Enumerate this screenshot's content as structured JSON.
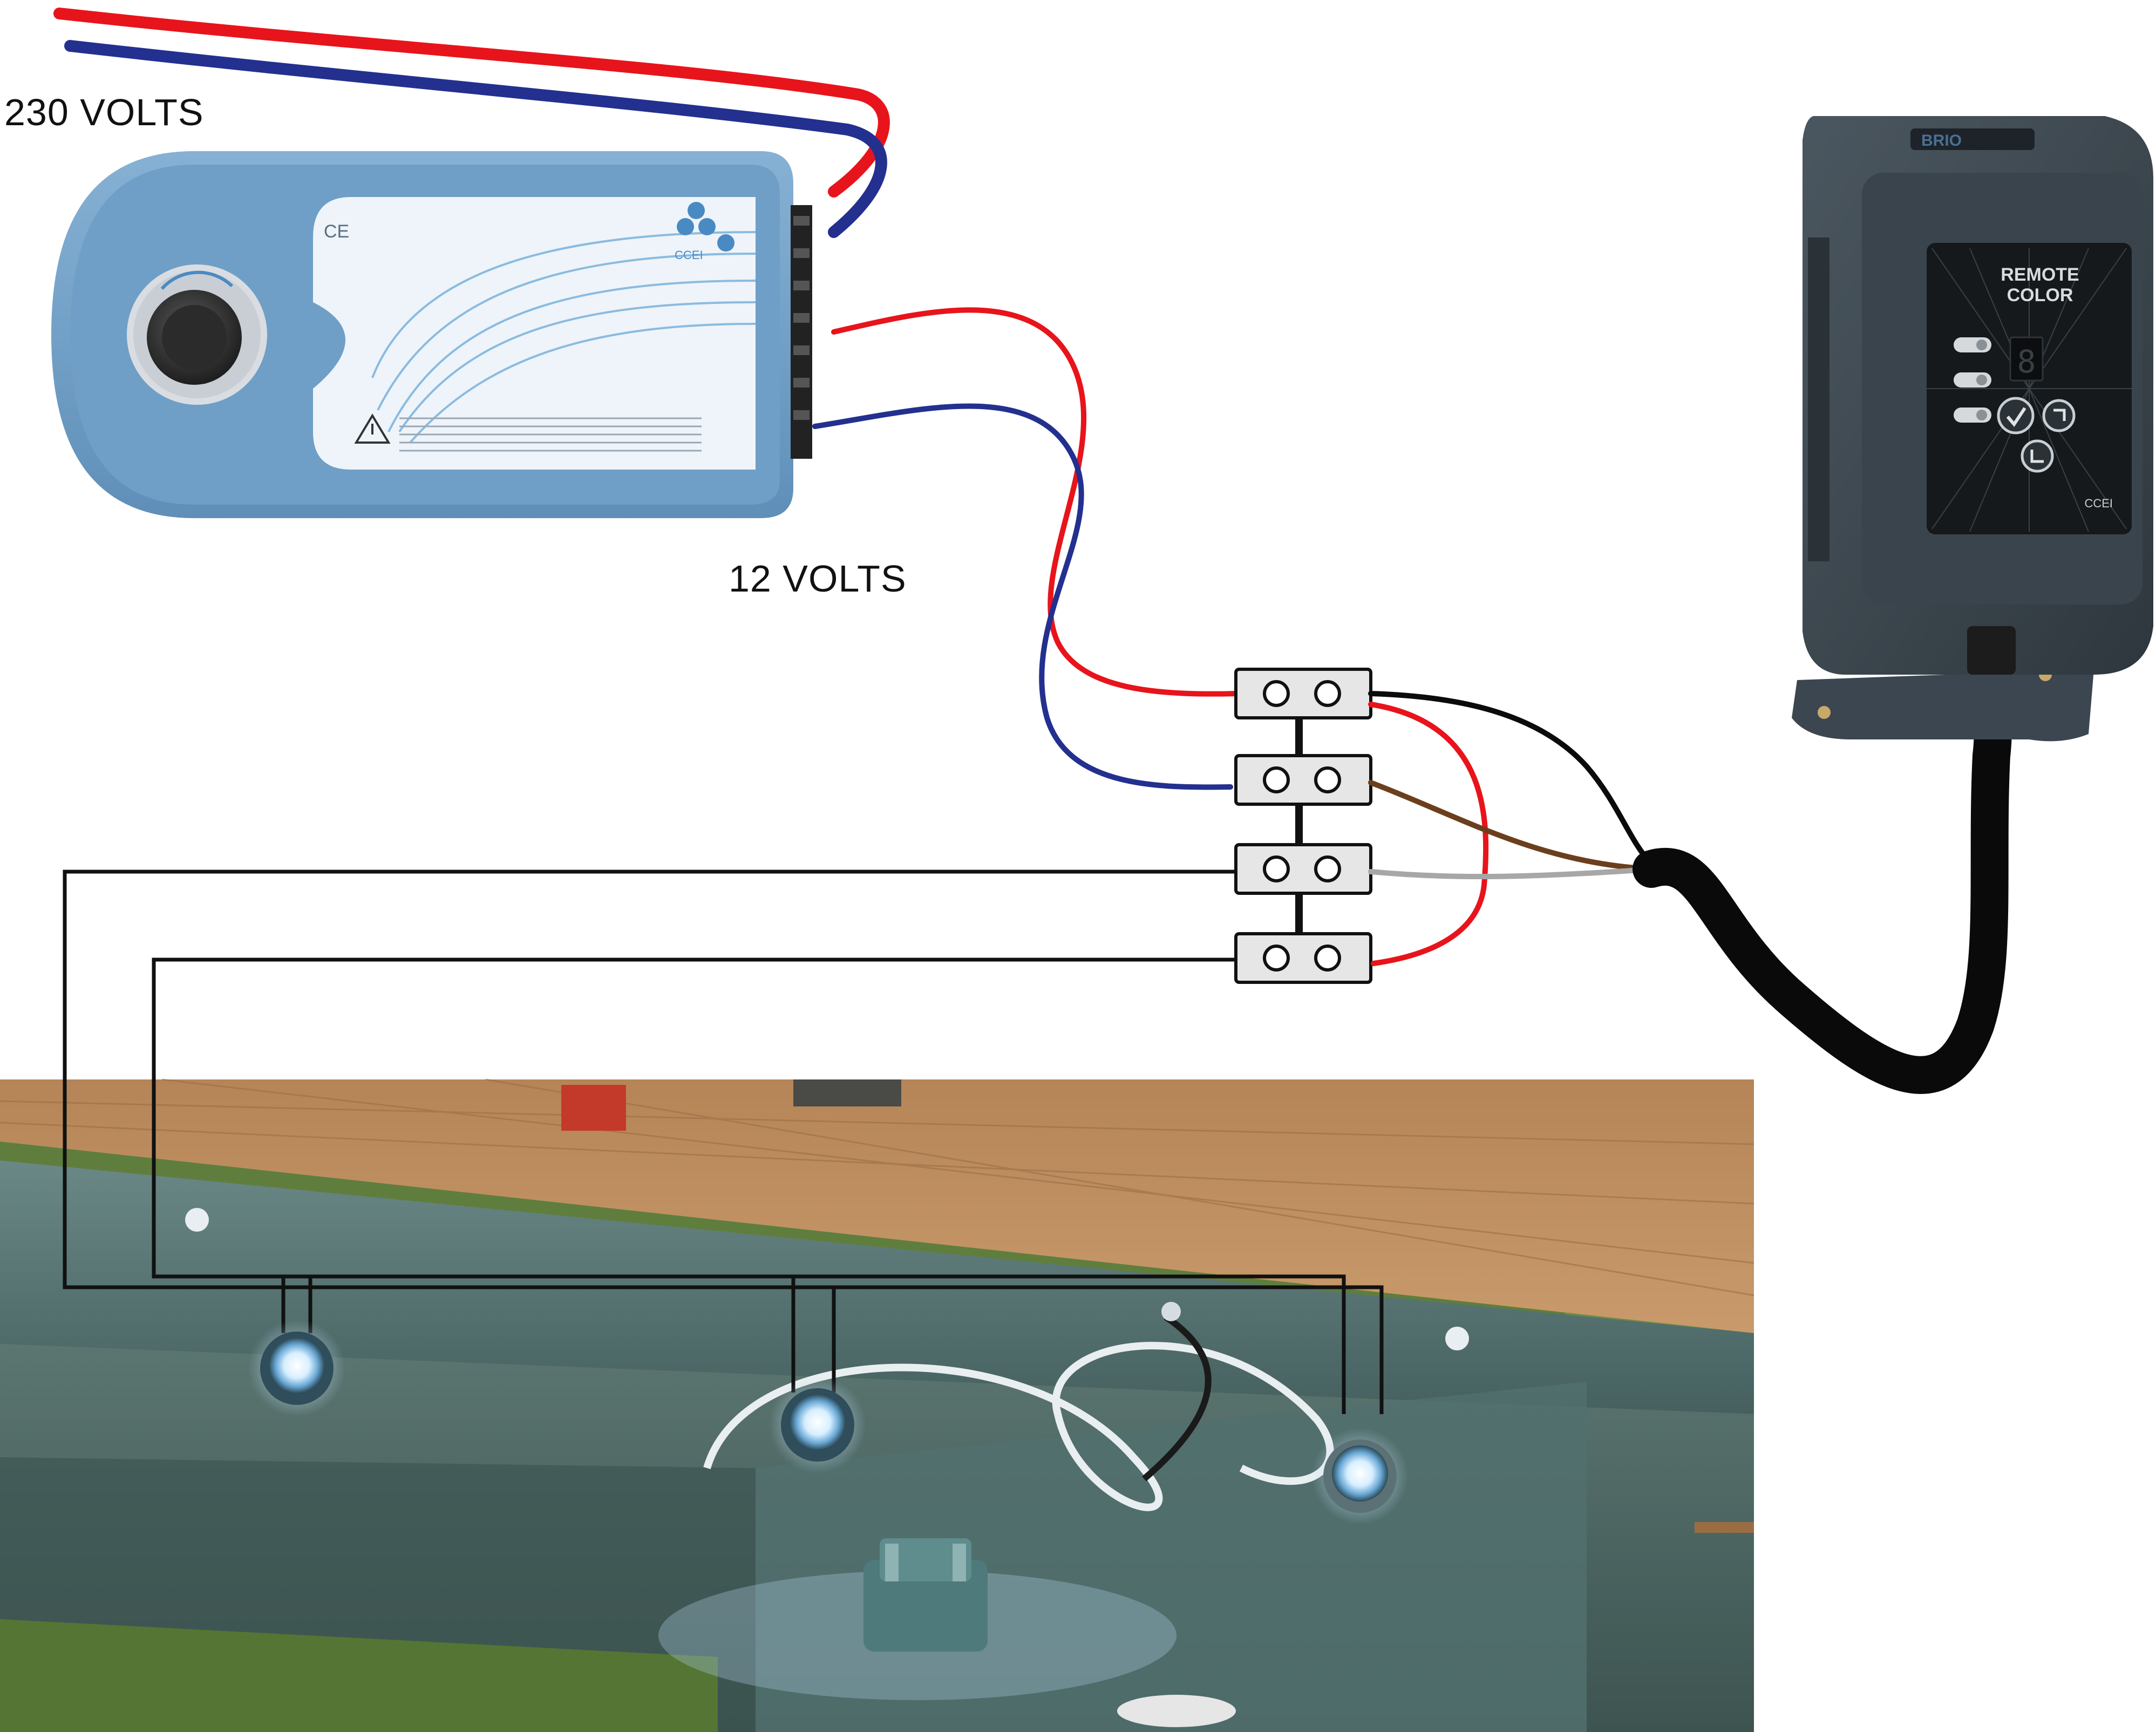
{
  "labels": {
    "mains_voltage": "230 VOLTS",
    "low_voltage": "12 VOLTS"
  },
  "transformer": {
    "ce_mark": "CE",
    "brand": "CCEI"
  },
  "controller": {
    "top_brand": "BRIO",
    "name_line1": "REMOTE",
    "name_line2": "COLOR",
    "display": "8",
    "brand": "CCEI"
  },
  "colors": {
    "live": "#e8141b",
    "neutral": "#23308f",
    "black": "#0b0b0b",
    "brown": "#6b3f1d",
    "grey": "#a7a7a7",
    "transformer_body": "#6f9fc6",
    "controller_body": "#3f4a52",
    "deck": "#b98a5e",
    "water": "#4f6b69",
    "grass": "#5d7c3a"
  },
  "icons": [
    "power-knob-icon",
    "warning-icon",
    "wireless-icon",
    "bluetooth-icon",
    "light-icon",
    "check-icon",
    "timer-icon"
  ]
}
